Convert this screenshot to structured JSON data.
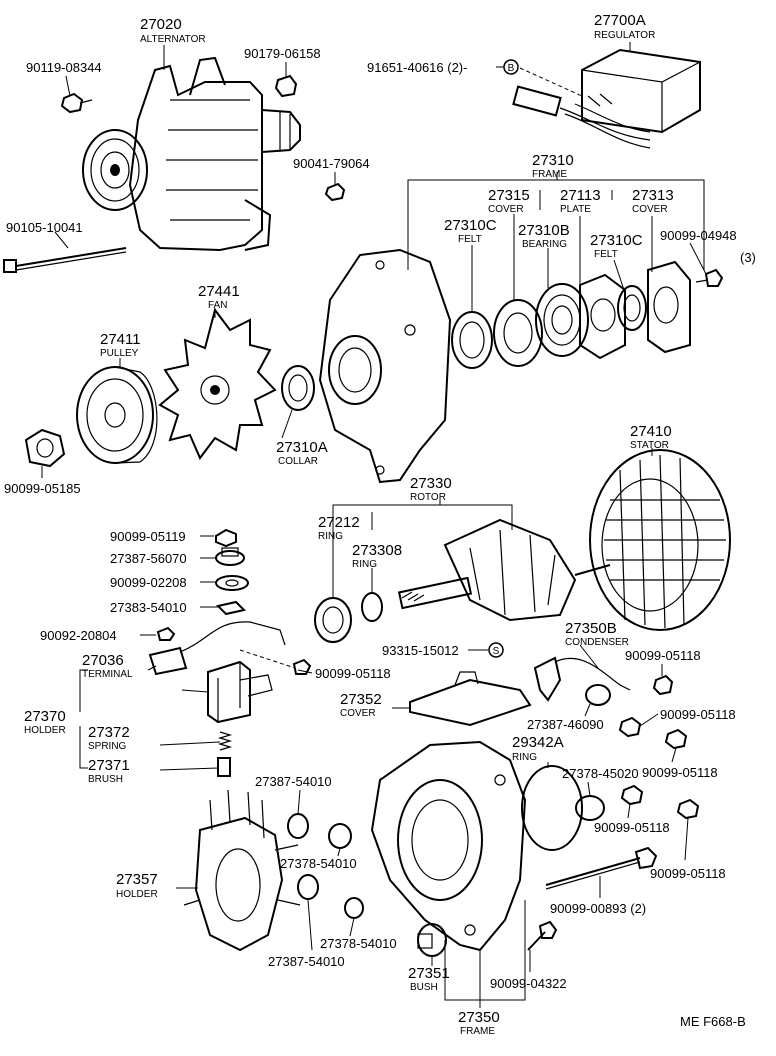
{
  "diagram_code": "ME F668-B",
  "callouts": [
    {
      "id": "c01",
      "num": "27020",
      "name": "ALTERNATOR"
    },
    {
      "id": "c02",
      "num": "90119-08344"
    },
    {
      "id": "c03",
      "num": "90179-06158"
    },
    {
      "id": "c04",
      "num": "91651-40616 (2)-"
    },
    {
      "id": "c05",
      "num": "27700A",
      "name": "REGULATOR"
    },
    {
      "id": "c06",
      "num": "90041-79064"
    },
    {
      "id": "c07",
      "num": "27310",
      "name": "FRAME"
    },
    {
      "id": "c08",
      "num": "27315",
      "name": "COVER"
    },
    {
      "id": "c09",
      "num": "27113",
      "name": "PLATE"
    },
    {
      "id": "c10",
      "num": "27313",
      "name": "COVER"
    },
    {
      "id": "c11",
      "num": "27310C",
      "name": "FELT"
    },
    {
      "id": "c12",
      "num": "27310B",
      "name": "BEARING"
    },
    {
      "id": "c13",
      "num": "27310C",
      "name": "FELT"
    },
    {
      "id": "c14",
      "num": "90099-04948"
    },
    {
      "id": "c15",
      "num": "(3)"
    },
    {
      "id": "c16",
      "num": "90105-10041"
    },
    {
      "id": "c17",
      "num": "27441",
      "name": "FAN"
    },
    {
      "id": "c18",
      "num": "27411",
      "name": "PULLEY"
    },
    {
      "id": "c19",
      "num": "27310A",
      "name": "COLLAR"
    },
    {
      "id": "c20",
      "num": "90099-05185"
    },
    {
      "id": "c21",
      "num": "27410",
      "name": "STATOR"
    },
    {
      "id": "c22",
      "num": "27330",
      "name": "ROTOR"
    },
    {
      "id": "c23",
      "num": "27212",
      "name": "RING"
    },
    {
      "id": "c24",
      "num": "273308",
      "name": "RING"
    },
    {
      "id": "c25",
      "num": "90099-05119"
    },
    {
      "id": "c26",
      "num": "27387-56070"
    },
    {
      "id": "c27",
      "num": "90099-02208"
    },
    {
      "id": "c28",
      "num": "27383-54010"
    },
    {
      "id": "c29",
      "num": "90092-20804"
    },
    {
      "id": "c30",
      "num": "27036",
      "name": "TERMINAL"
    },
    {
      "id": "c31",
      "num": "90099-05118"
    },
    {
      "id": "c32",
      "num": "93315-15012"
    },
    {
      "id": "c33",
      "num": "27350B",
      "name": "CONDENSER"
    },
    {
      "id": "c34",
      "num": "90099-05118"
    },
    {
      "id": "c35",
      "num": "27352",
      "name": "COVER"
    },
    {
      "id": "c36",
      "num": "27387-46090"
    },
    {
      "id": "c37",
      "num": "90099-05118"
    },
    {
      "id": "c38",
      "num": "27370",
      "name": "HOLDER"
    },
    {
      "id": "c39",
      "num": "27372",
      "name": "SPRING"
    },
    {
      "id": "c40",
      "num": "27371",
      "name": "BRUSH"
    },
    {
      "id": "c41",
      "num": "29342A",
      "name": "RING"
    },
    {
      "id": "c42",
      "num": "27378-45020"
    },
    {
      "id": "c43",
      "num": "90099-05118"
    },
    {
      "id": "c44",
      "num": "27387-54010"
    },
    {
      "id": "c45",
      "num": "90099-05118"
    },
    {
      "id": "c46",
      "num": "27378-54010"
    },
    {
      "id": "c47",
      "num": "90099-05118"
    },
    {
      "id": "c48",
      "num": "27357",
      "name": "HOLDER"
    },
    {
      "id": "c49",
      "num": "90099-00893 (2)"
    },
    {
      "id": "c50",
      "num": "27378-54010"
    },
    {
      "id": "c51",
      "num": "27387-54010"
    },
    {
      "id": "c52",
      "num": "27351",
      "name": "BUSH"
    },
    {
      "id": "c53",
      "num": "90099-04322"
    },
    {
      "id": "c54",
      "num": "27350",
      "name": "FRAME"
    }
  ],
  "symbols": {
    "b_mark": "B",
    "s_mark": "S"
  }
}
